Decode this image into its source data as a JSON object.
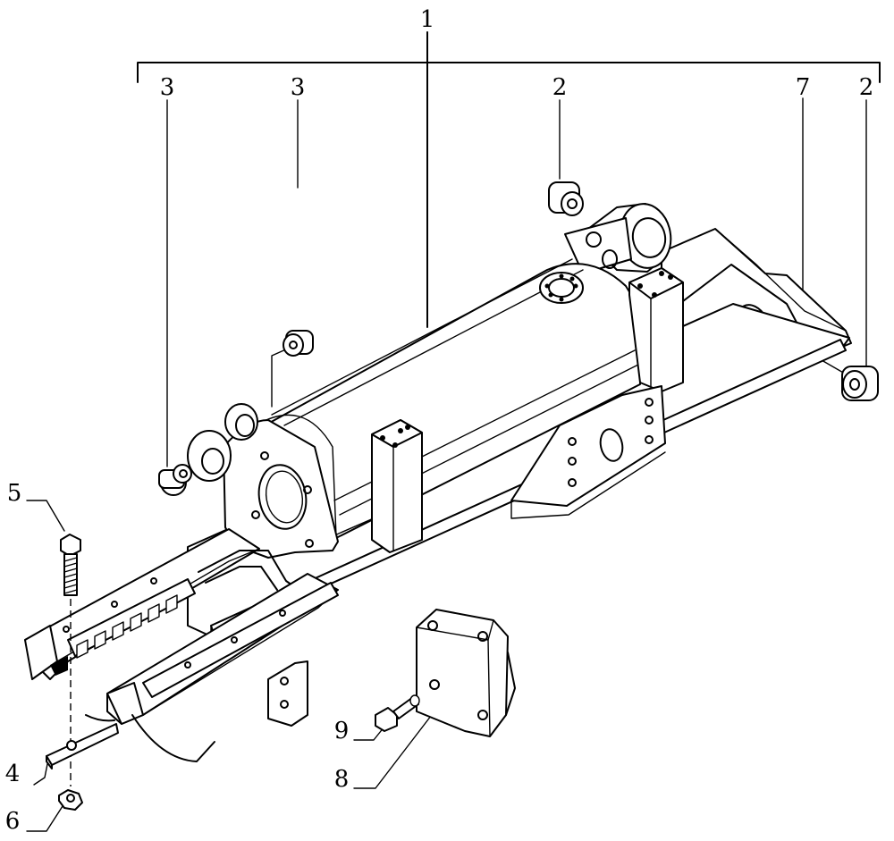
{
  "callouts": {
    "c1": "1",
    "c2a": "2",
    "c2b": "2",
    "c3a": "3",
    "c3b": "3",
    "c4": "4",
    "c5": "5",
    "c6": "6",
    "c7": "7",
    "c8": "8",
    "c9": "9"
  }
}
